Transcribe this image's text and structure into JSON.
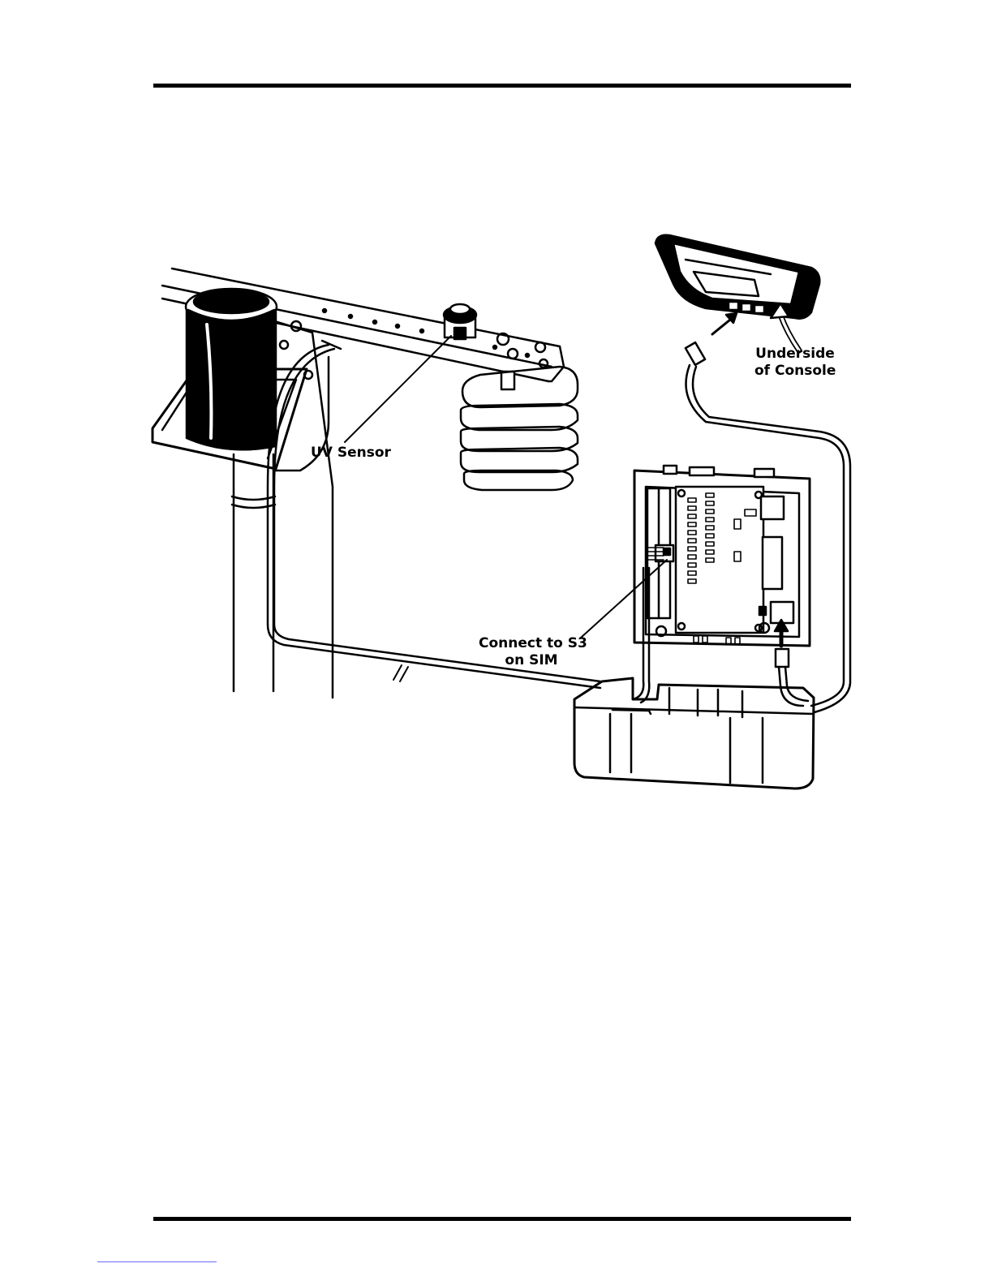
{
  "labels": {
    "uv_sensor": "UV Sensor",
    "console_line1": "Underside",
    "console_line2": "of Console",
    "connect_line1": "Connect to S3",
    "connect_line2": "on SIM"
  },
  "colors": {
    "ink": "#000000",
    "paper": "#ffffff"
  }
}
